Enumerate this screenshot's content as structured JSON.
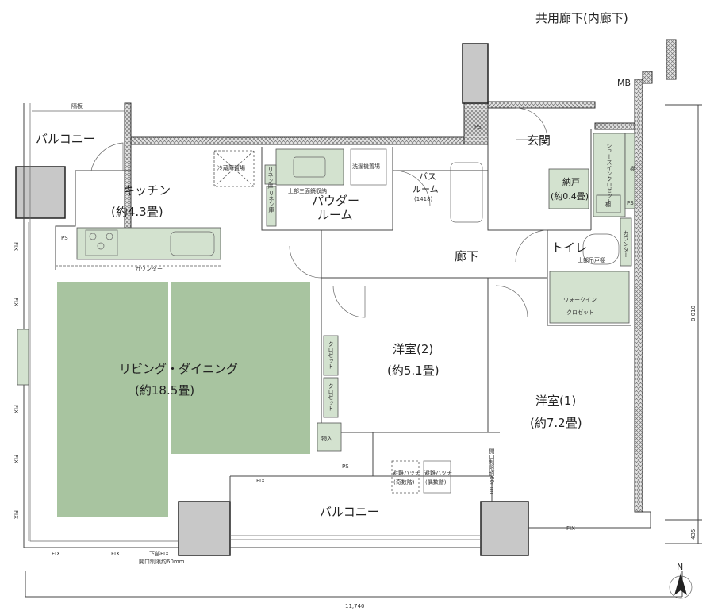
{
  "header": {
    "corridor": "共用廊下(内廊下)"
  },
  "rooms": {
    "balcony_small": "バルコニー",
    "partition": "隔板",
    "kitchen": "キッチン",
    "kitchen_size": "(約4.3畳)",
    "fridge": "冷蔵庫置場",
    "linen1": "リネン庫",
    "linen2": "リネン庫",
    "mirror_storage": "上部三面鏡収納",
    "washer": "洗濯機置場",
    "powder": "パウダー",
    "powder2": "ルーム",
    "bath": "バス",
    "bath2": "ルーム",
    "bath_size": "(1418)",
    "entrance": "玄関",
    "mb": "MB",
    "ps": "PS",
    "shoe_closet": "シューズインクロゼット",
    "shelf": "棚",
    "storage": "納戸",
    "storage_size": "(約0.4畳)",
    "toilet": "トイレ",
    "counter_v": "カウンター",
    "upper_cabinet": "上部吊戸棚",
    "hallway": "廊下",
    "walkin": "ウォークイン",
    "walkin2": "クロゼット",
    "counter": "カウンター",
    "living": "リビング・ダイニング",
    "living_size": "(約18.5畳)",
    "western2": "洋室(2)",
    "western2_size": "(約5.1畳)",
    "closet": "クロゼット",
    "storage_room": "物入",
    "western1": "洋室(1)",
    "western1_size": "(約7.2畳)",
    "balcony": "バルコニー",
    "hatch_odd": "避難ハッチ",
    "hatch_odd_sub": "(奇数階)",
    "hatch_even": "避難ハッチ",
    "hatch_even_sub": "(偶数階)",
    "opening_limit": "開口制限約60mm",
    "fix": "FIX",
    "fix_lower": "下部FIX",
    "fix_lower_sub": "開口制限約60mm"
  },
  "dimensions": {
    "width": "11,740",
    "depth": "8,010",
    "balcony_depth": "435"
  },
  "compass": {
    "north": "N"
  },
  "colors": {
    "floor_green": "#a8c4a0",
    "fixture_green": "#d3e2cf",
    "column": "#c8c8c8"
  }
}
